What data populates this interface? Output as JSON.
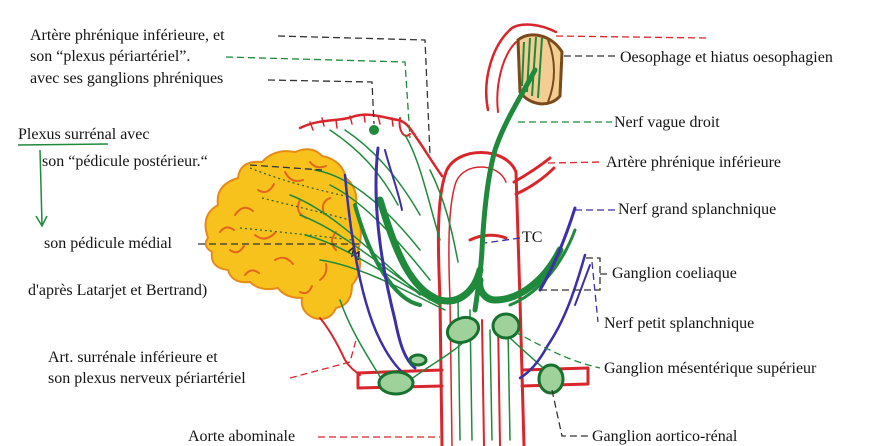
{
  "labels": {
    "phrenic_artery_1": "Artère phrénique inférieure, et",
    "phrenic_artery_2": "son “plexus périartériel”.",
    "phrenic_artery_3": "avec ses ganglions phréniques",
    "adrenal_plexus_1": "Plexus surrénal avec",
    "adrenal_plexus_2": "son “pédicule postérieur.“",
    "medial_pedicle": "son pédicule médial",
    "source_note": "d'après Latarjet et Bertrand)",
    "inferior_adrenal_artery_1": "Art. surrénale inférieure et",
    "inferior_adrenal_artery_2": "son plexus nerveux périartériel",
    "abdominal_aorta": "Aorte abominale",
    "oesophagus": "Oesophage et hiatus oesophagien",
    "right_vagus": "Nerf vague droit",
    "inferior_phrenic_artery": "Artère phrénique inférieure",
    "greater_splanchnic": "Nerf grand splanchnique",
    "celiac_trunk": "TC",
    "celiac_ganglion": "Ganglion coeliaque",
    "lesser_splanchnic": "Nerf petit splanchnique",
    "superior_mesenteric_ganglion": "Ganglion mésentérique supérieur",
    "aorticorenal_ganglion": "Ganglion aortico-rénal"
  },
  "colors": {
    "artery": "#d8262c",
    "nerve": "#1f8a3c",
    "splanchnic": "#3b30a8",
    "adrenal": "#f6c21b",
    "adrenal_outline": "#e58b1a",
    "oesophagus": "#7a4a1c"
  }
}
